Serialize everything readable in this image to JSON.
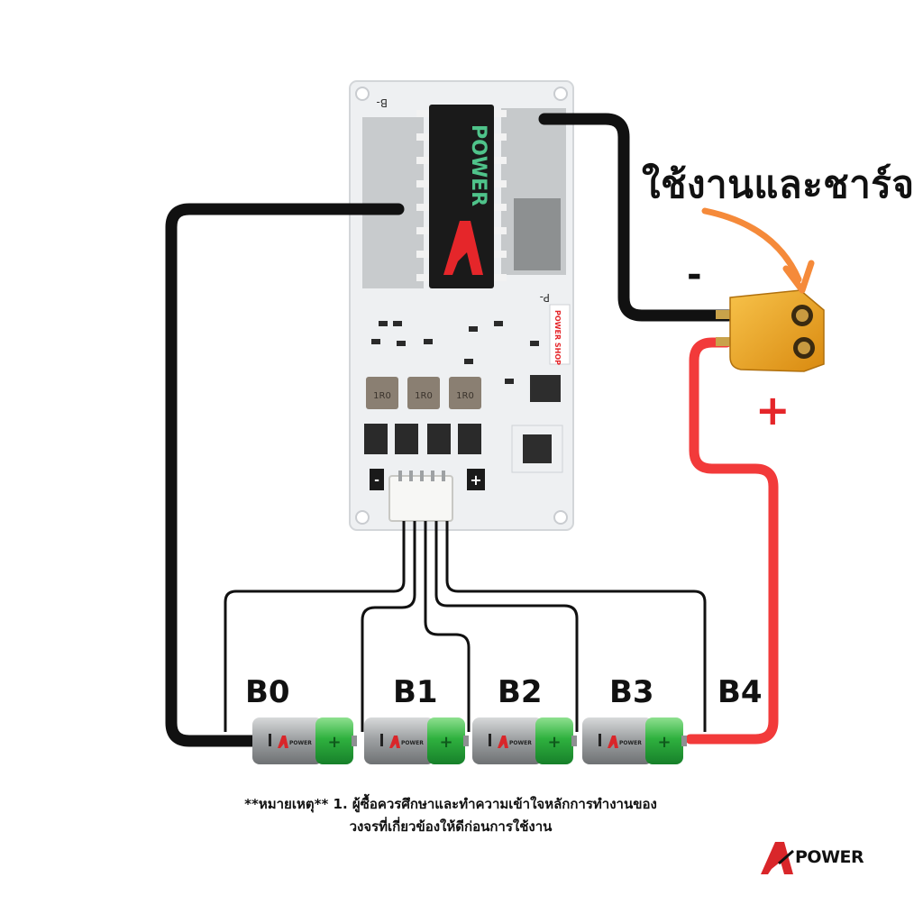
{
  "labels": {
    "usage_charge": "ใช้งานและชาร์จ",
    "negative": "-",
    "positive": "+"
  },
  "board": {
    "b_minus": "B-",
    "p_minus": "P-",
    "chip_brand": "POWER",
    "sticker": "POWER SHOP",
    "inductor_mark": "1R0",
    "minus_sign": "-",
    "plus_sign": "+"
  },
  "batteries": [
    {
      "label": "B0",
      "logo": "POWER"
    },
    {
      "label": "B1",
      "logo": "POWER"
    },
    {
      "label": "B2",
      "logo": "POWER"
    },
    {
      "label": "B3",
      "logo": "POWER"
    }
  ],
  "b4_label": "B4",
  "note": {
    "line1": "**หมายเหตุ** 1. ผู้ซื้อควรศึกษาและทำความเข้าใจหลักการทำงานของ",
    "line2": "วงจรที่เกี่ยวข้องให้ดีก่อนการใช้งาน"
  },
  "brand": {
    "text": "POWER"
  },
  "colors": {
    "wire_negative": "#111111",
    "wire_positive": "#f23a3a",
    "board": "#eef0f2",
    "chip": "#1a1a1a",
    "battery_body": "#a8aaab",
    "battery_cap": "#39b54a",
    "connector": "#e8a41c",
    "arrow": "#f58a3a"
  }
}
